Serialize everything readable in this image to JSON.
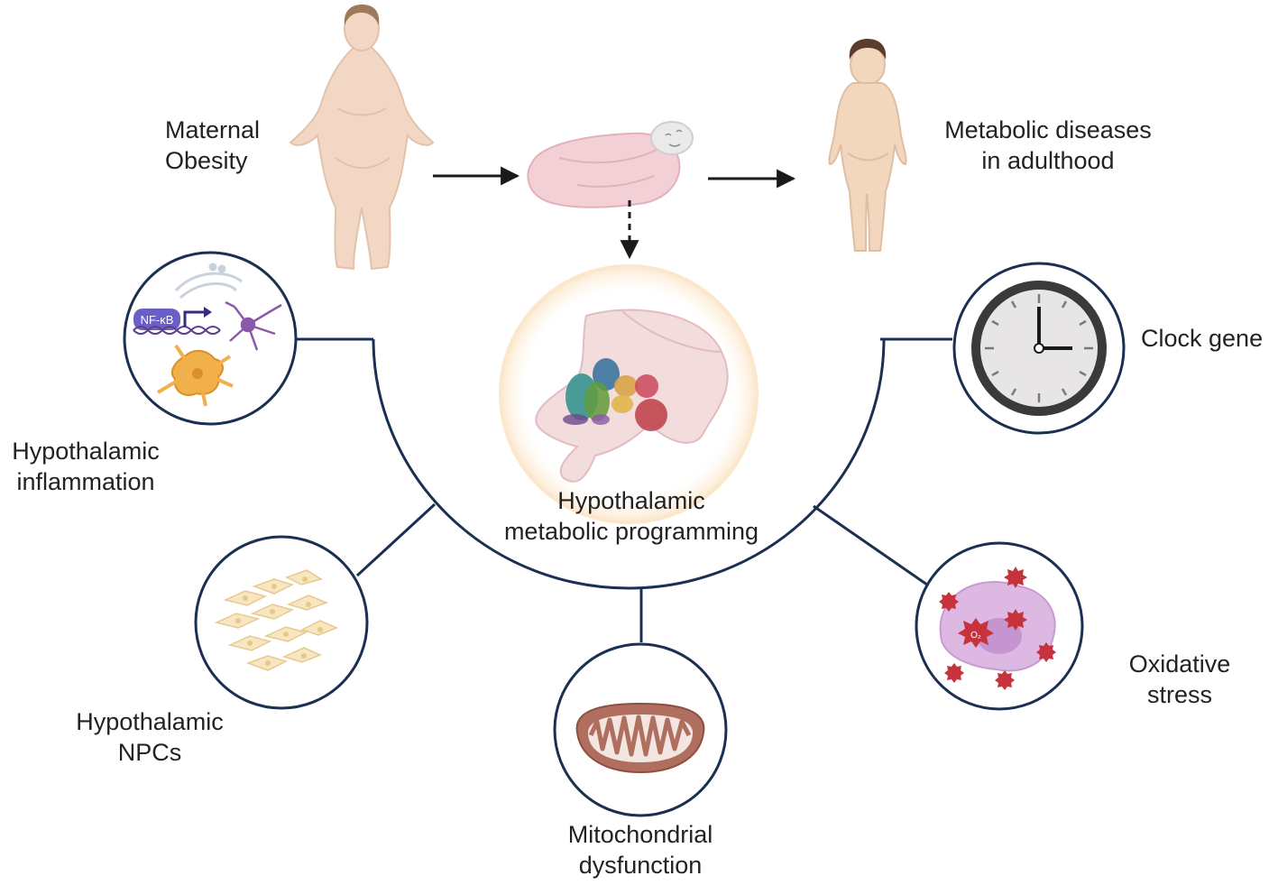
{
  "labels": {
    "maternal_obesity": [
      "Maternal",
      "Obesity"
    ],
    "metabolic_diseases": [
      "Metabolic diseases",
      "in adulthood"
    ],
    "hypothalamic_programming": [
      "Hypothalamic",
      "metabolic programming"
    ],
    "hypothalamic_inflammation": [
      "Hypothalamic",
      "inflammation"
    ],
    "hypothalamic_npcs": [
      "Hypothalamic",
      "NPCs"
    ],
    "mitochondrial_dysfunction": [
      "Mitochondrial",
      "dysfunction"
    ],
    "oxidative_stress": [
      "Oxidative",
      "stress"
    ],
    "clock_gene": "Clock gene"
  },
  "icon_text": {
    "nfkb": "NF-κB",
    "o2": "O₂"
  },
  "colors": {
    "navy": "#1b2f52",
    "skin": "#f2d6c0",
    "blanket": "#f3d0d6",
    "arrow": "#1a1a1a"
  }
}
